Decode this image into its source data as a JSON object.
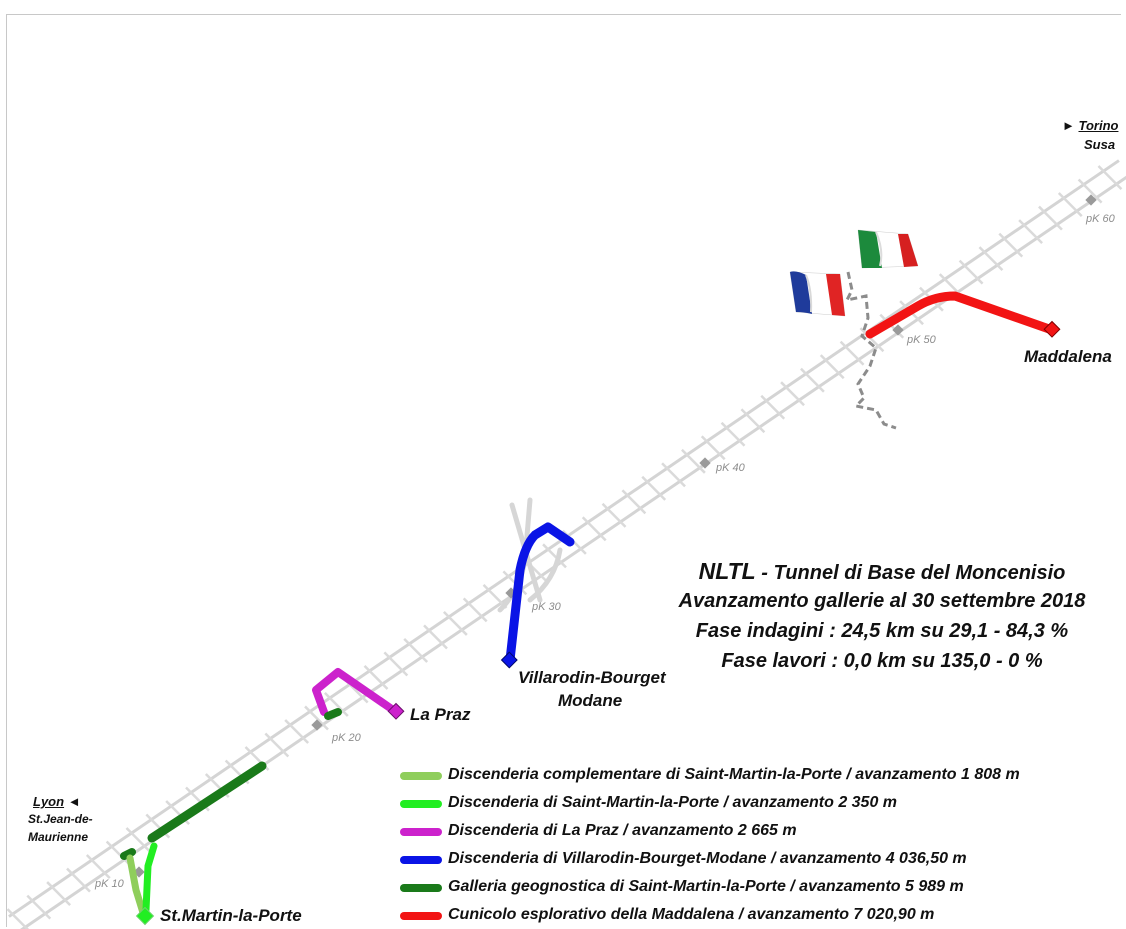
{
  "ends": {
    "right": {
      "arrow": "►",
      "city": "Torino",
      "town": "Susa"
    },
    "left": {
      "arrow": "◄",
      "city": "Lyon",
      "town_line1": "St.Jean-de-",
      "town_line2": "Maurienne"
    }
  },
  "pk_markers": [
    "pK 10",
    "pK 20",
    "pK 30",
    "pK 40",
    "pK 50",
    "pK 60"
  ],
  "sites": {
    "maddalena": "Maddalena",
    "la_praz": "La Praz",
    "villarodin_line1": "Villarodin-Bourget",
    "villarodin_line2": "Modane",
    "st_martin": "St.Martin-la-Porte"
  },
  "title": {
    "project": "NLTL",
    "name": " - Tunnel di Base del Moncenisio",
    "line2": "Avanzamento gallerie al 30 settembre 2018",
    "line3": "Fase indagini : 24,5 km su 29,1 - 84,3 %",
    "line4": "Fase lavori :  0,0 km su 135,0 - 0 %"
  },
  "legend": [
    {
      "label": "Discenderia complementare di Saint-Martin-la-Porte / avanzamento 1 808 m",
      "color": "#8fce5c"
    },
    {
      "label": "Discenderia di Saint-Martin-la-Porte / avanzamento 2 350 m",
      "color": "#22ee22"
    },
    {
      "label": "Discenderia di La Praz / avanzamento 2 665 m",
      "color": "#cc22cc"
    },
    {
      "label": "Discenderia di Villarodin-Bourget-Modane / avanzamento 4 036,50 m",
      "color": "#0a14e6"
    },
    {
      "label": "Galleria geognostica di Saint-Martin-la-Porte / avanzamento 5 989 m",
      "color": "#1a7a1a"
    },
    {
      "label": "Cunicolo esplorativo della Maddalena / avanzamento 7 020,90 m",
      "color": "#f21414"
    }
  ],
  "flags": [
    "france-flag",
    "italy-flag"
  ]
}
